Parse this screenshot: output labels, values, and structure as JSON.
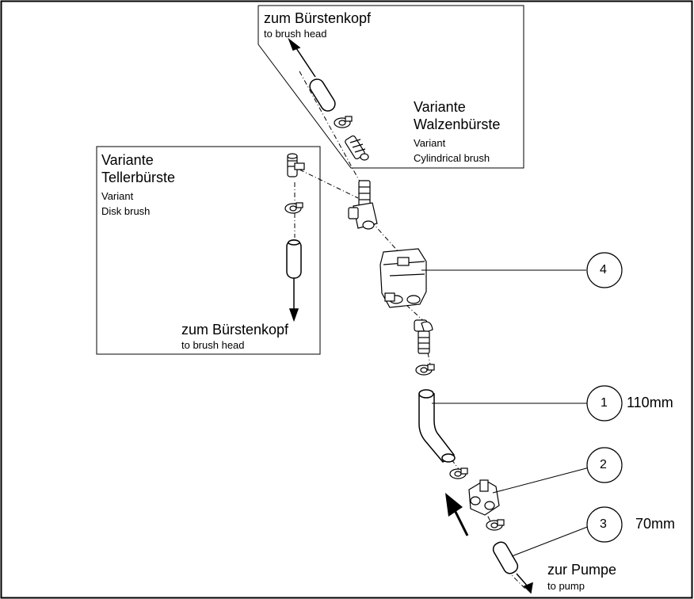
{
  "panel_top": {
    "de_title": "zum Bürstenkopf",
    "en_title": "to brush head",
    "de_variant_1": "Variante",
    "de_variant_2": "Walzenbürste",
    "en_variant_1": "Variant",
    "en_variant_2": "Cylindrical brush"
  },
  "panel_left": {
    "de_variant_1": "Variante",
    "de_variant_2": "Tellerbürste",
    "en_variant_1": "Variant",
    "en_variant_2": "Disk brush",
    "de_dest": "zum Bürstenkopf",
    "en_dest": "to brush head"
  },
  "callouts": [
    {
      "number": "4",
      "note": ""
    },
    {
      "number": "1",
      "note": "110mm"
    },
    {
      "number": "2",
      "note": ""
    },
    {
      "number": "3",
      "note": "70mm"
    }
  ],
  "bottom": {
    "de_dest": "zur Pumpe",
    "en_dest": "to pump"
  }
}
